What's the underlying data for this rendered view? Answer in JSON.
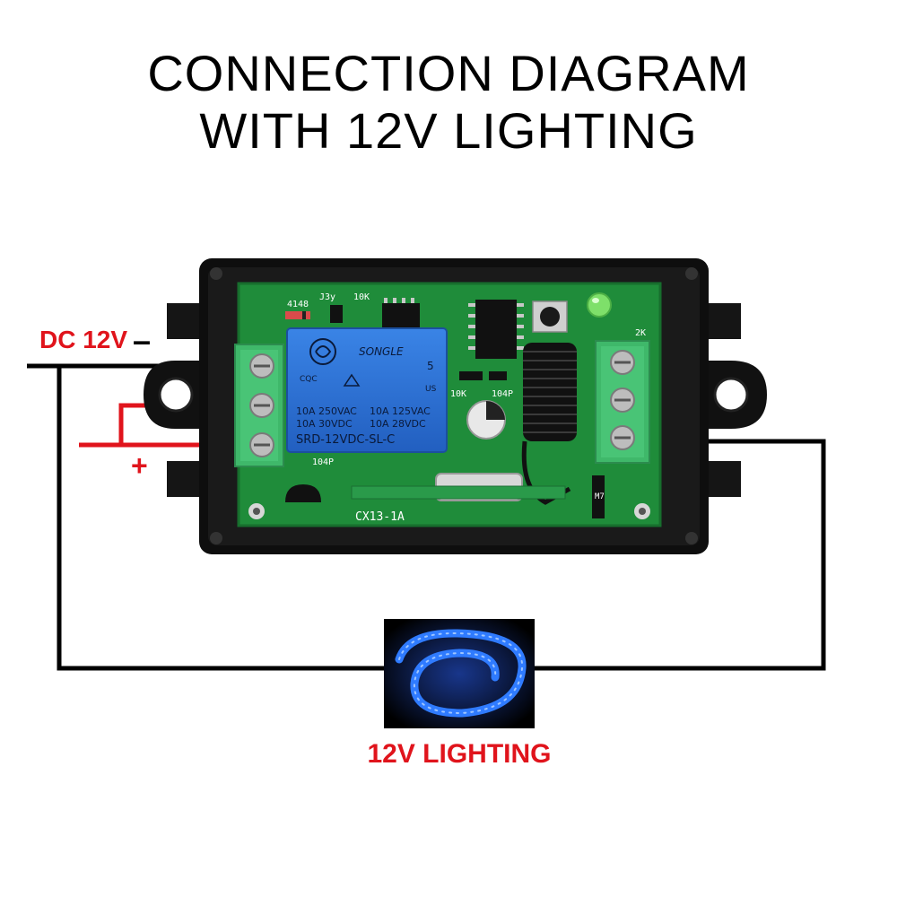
{
  "title": {
    "line1": "CONNECTION DIAGRAM",
    "line2": "WITH 12V LIGHTING"
  },
  "labels": {
    "dc_supply": "DC 12V",
    "minus": "–",
    "plus": "+",
    "lighting": "12V LIGHTING"
  },
  "relay": {
    "brand": "SONGLE",
    "rating_1": "10A 250VAC",
    "rating_2": "10A 30VDC",
    "rating_3": "10A 125VAC",
    "rating_4": "10A 28VDC",
    "model": "SRD-12VDC-SL-C",
    "cert_1": "CQC",
    "cert_2": "5",
    "cert_3": "US"
  },
  "pcb_markings": {
    "m1": "4148",
    "m2": "J3y",
    "m3": "10K",
    "m4": "104P",
    "m5": "2K",
    "m6": "10K",
    "m7": "104P",
    "m8": "CX13-1A",
    "m9": "M7"
  },
  "colors": {
    "wire_black": "#000000",
    "wire_red": "#e0141c",
    "pcb_green": "#1f8c3a",
    "terminal_green": "#3fb86a",
    "relay_blue": "#2a6fd0",
    "housing": "#0e0e0e",
    "led_strip": "#2f7bff"
  }
}
